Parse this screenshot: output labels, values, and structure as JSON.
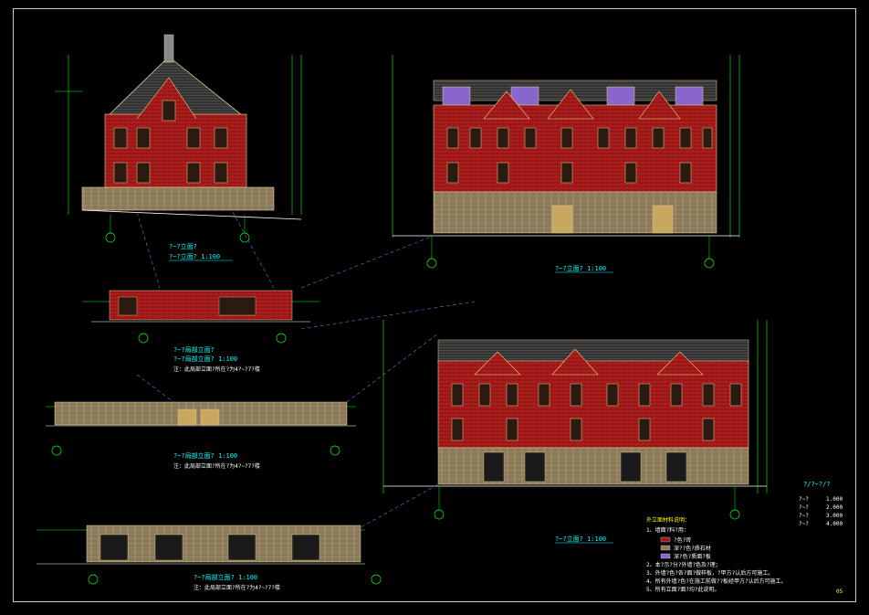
{
  "drawing": {
    "sheet_number": "05",
    "background": "#000000",
    "colors": {
      "brick": "#a01818",
      "line_green": "#00ff00",
      "line_cyan": "#00ffff",
      "roof_purple": "#8866cc",
      "trim": "#e8d090"
    }
  },
  "views": {
    "side_left": {
      "title_line1": "?~?立面?",
      "title_line2": "?~?立面? 1:100",
      "bubbles": [
        "?",
        "?"
      ]
    },
    "front_top": {
      "title": "?~?立面? 1:100",
      "bubbles": [
        "?",
        "?"
      ]
    },
    "section_1": {
      "title_line1": "?~?局部立面?",
      "title_line2": "?~?局部立面? 1:100",
      "note": "注：此局部立面?所在?为4?~?7?楼",
      "bubbles": [
        "?",
        "?"
      ]
    },
    "section_2": {
      "title": "?~?局部立面? 1:100",
      "note": "注：此局部立面?所在?为4?~?7?楼",
      "bubbles": [
        "?",
        "?"
      ]
    },
    "section_3": {
      "title": "?~?局部立面? 1:100",
      "note": "注：此局部立面?所在?为4?~?7?楼",
      "bubbles": [
        "?",
        "?"
      ]
    },
    "front_bottom": {
      "title": "?~?立面? 1:100",
      "bubbles": [
        "?",
        "?"
      ]
    }
  },
  "notes": {
    "heading": "外立面材料说明：",
    "items": [
      "1、墙面?料?用：",
      "   ?色?砖",
      "   深??色?质石材",
      "   深?色?质面?板",
      "2、本?示?分?外墙?色及?理；",
      "3、外墙?色?各?面?做样板，?甲方?认后方可施工。",
      "4、所有外墙?色?在施工前做??板经甲方?认后方可施工。",
      "5、所有立面?面?均?此说明。"
    ]
  },
  "legend": {
    "label": "?/?~?/?",
    "rows": [
      {
        "key": "?~?",
        "value": "1.000"
      },
      {
        "key": "?~?",
        "value": "2.000"
      },
      {
        "key": "?~?",
        "value": "3.000"
      },
      {
        "key": "?~?",
        "value": "4.000"
      }
    ]
  }
}
